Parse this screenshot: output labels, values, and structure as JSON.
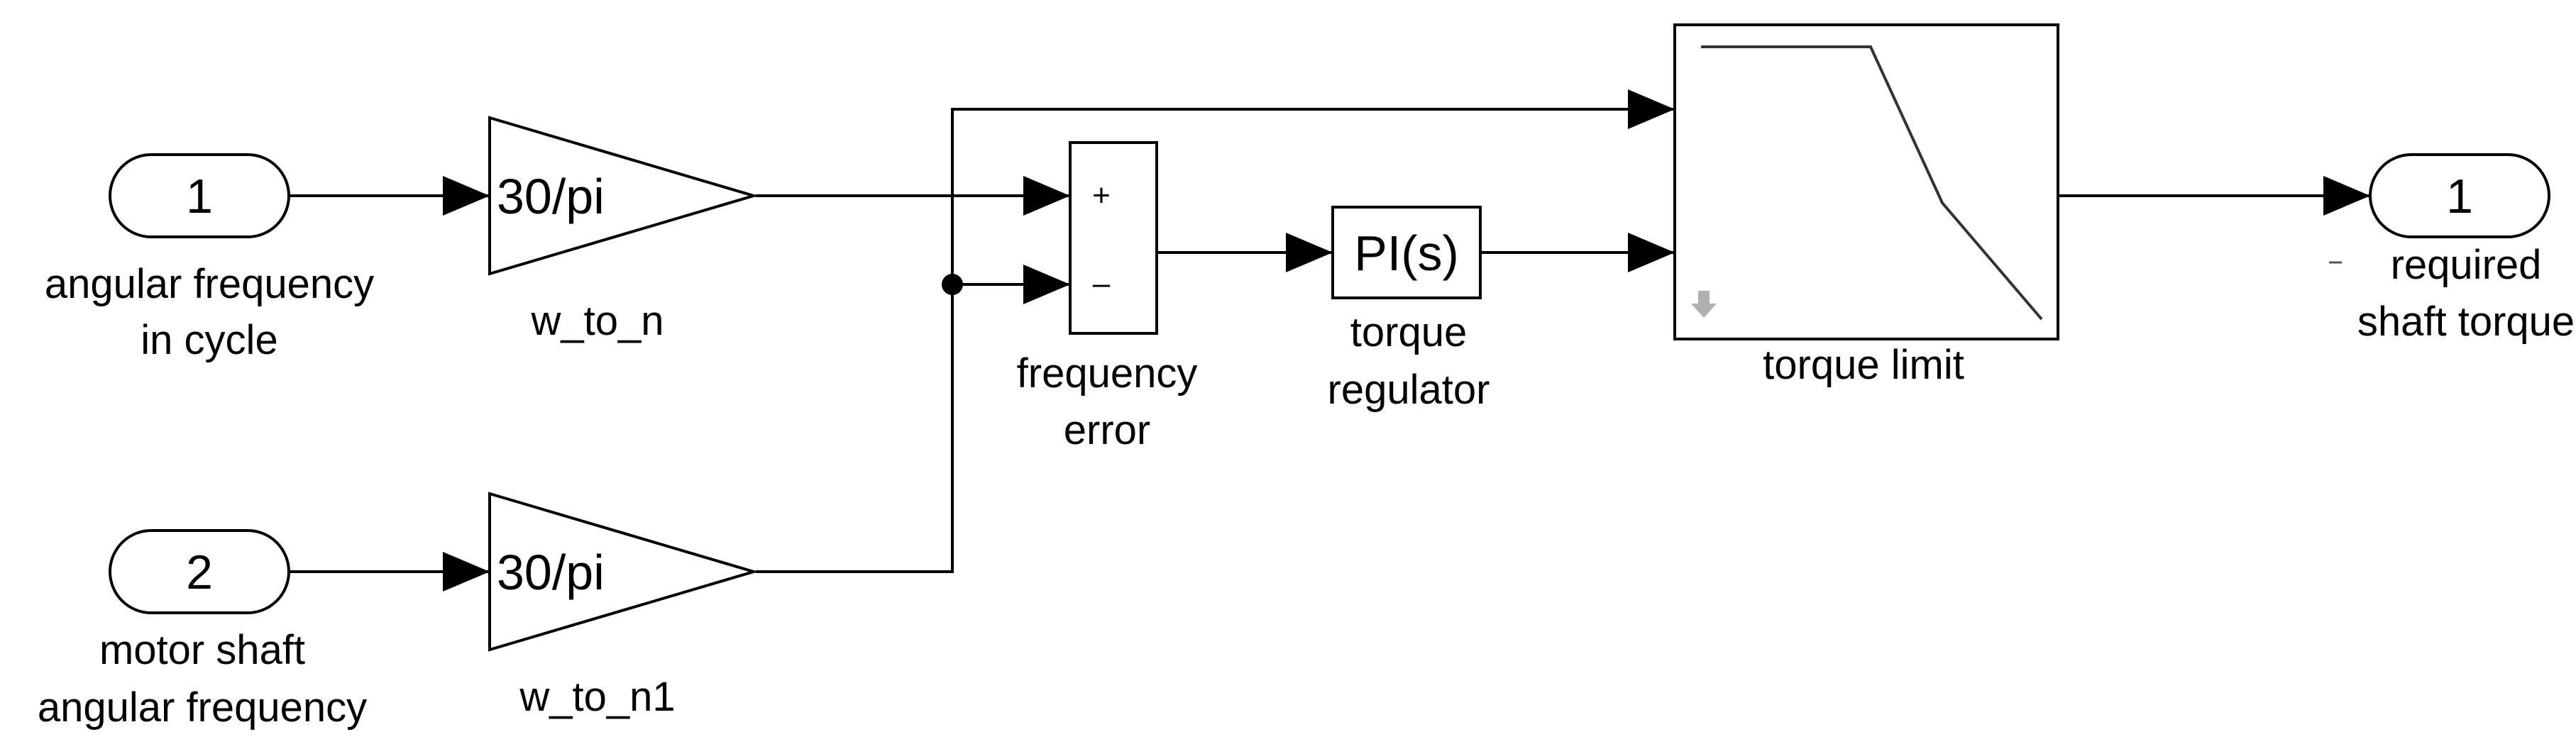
{
  "inports": [
    {
      "number": "1",
      "label_lines": [
        "angular frequency",
        "in cycle"
      ]
    },
    {
      "number": "2",
      "label_lines": [
        "motor shaft",
        "angular frequency"
      ]
    }
  ],
  "gains": [
    {
      "gain": "30/pi",
      "name": "w_to_n"
    },
    {
      "gain": "30/pi",
      "name": "w_to_n1"
    }
  ],
  "sum": {
    "signs": [
      "+",
      "–"
    ],
    "label_lines": [
      "frequency",
      "error"
    ]
  },
  "pi": {
    "text": "PI(s)",
    "label_lines": [
      "torque",
      "regulator"
    ]
  },
  "lookup": {
    "label": "torque limit"
  },
  "outport": {
    "number": "1",
    "label_lines": [
      "required",
      "shaft torque"
    ]
  },
  "colors": {
    "line": "#000000",
    "block_fill": "#ffffff",
    "background": "#ffffff",
    "lookup_curve": "#333333",
    "marker": "#a0a0a0"
  }
}
